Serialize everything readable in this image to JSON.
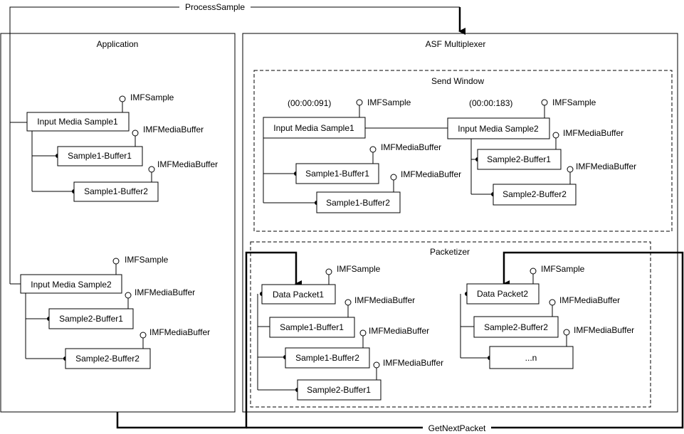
{
  "arrows": {
    "process_sample": "ProcessSample",
    "get_next_packet": "GetNextPacket"
  },
  "application": {
    "title": "Application",
    "sample1": {
      "label": "Input Media Sample1",
      "interface": "IMFSample",
      "buffer1": {
        "label": "Sample1-Buffer1",
        "interface": "IMFMediaBuffer"
      },
      "buffer2": {
        "label": "Sample1-Buffer2",
        "interface": "IMFMediaBuffer"
      }
    },
    "sample2": {
      "label": "Input Media Sample2",
      "interface": "IMFSample",
      "buffer1": {
        "label": "Sample2-Buffer1",
        "interface": "IMFMediaBuffer"
      },
      "buffer2": {
        "label": "Sample2-Buffer2",
        "interface": "IMFMediaBuffer"
      }
    }
  },
  "multiplexer": {
    "title": "ASF Multiplexer",
    "send_window": {
      "title": "Send Window",
      "sample1": {
        "time": "(00:00:091)",
        "label": "Input Media Sample1",
        "interface": "IMFSample",
        "buffer1": {
          "label": "Sample1-Buffer1",
          "interface": "IMFMediaBuffer"
        },
        "buffer2": {
          "label": "Sample1-Buffer2",
          "interface": "IMFMediaBuffer"
        }
      },
      "sample2": {
        "time": "(00:00:183)",
        "label": "Input Media Sample2",
        "interface": "IMFSample",
        "buffer1": {
          "label": "Sample2-Buffer1",
          "interface": "IMFMediaBuffer"
        },
        "buffer2": {
          "label": "Sample2-Buffer2",
          "interface": "IMFMediaBuffer"
        }
      }
    },
    "packetizer": {
      "title": "Packetizer",
      "packet1": {
        "label": "Data Packet1",
        "interface": "IMFSample",
        "buffer1": {
          "label": "Sample1-Buffer1",
          "interface": "IMFMediaBuffer"
        },
        "buffer2": {
          "label": "Sample1-Buffer2",
          "interface": "IMFMediaBuffer"
        },
        "buffer3": {
          "label": "Sample2-Buffer1",
          "interface": "IMFMediaBuffer"
        }
      },
      "packet2": {
        "label": "Data Packet2",
        "interface": "IMFSample",
        "buffer1": {
          "label": "Sample2-Buffer2",
          "interface": "IMFMediaBuffer"
        },
        "buffer2": {
          "label": "...n",
          "interface": "IMFMediaBuffer"
        }
      }
    }
  }
}
